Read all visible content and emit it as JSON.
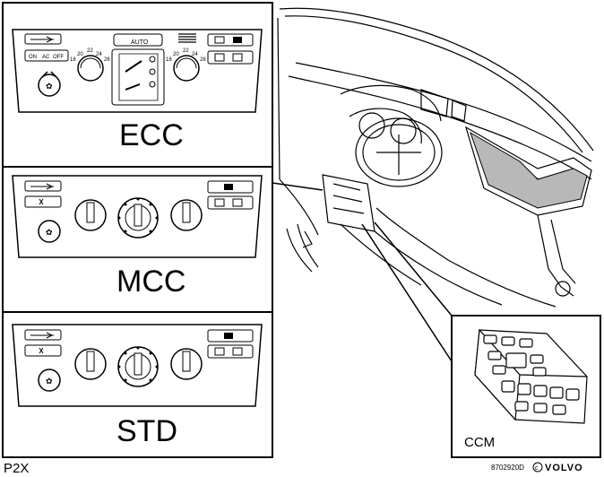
{
  "labels": {
    "ecc": "ECC",
    "mcc": "MCC",
    "std": "STD",
    "ccm": "CCM",
    "model": "P2X",
    "ref_code": "8702920D",
    "brand": "VOLVO"
  },
  "ecc_panel": {
    "auto_label": "AUTO",
    "on_label": "ON",
    "ac_label": "AC",
    "off_label": "OFF",
    "temp_left_scale": [
      "18",
      "20",
      "22",
      "24",
      "26"
    ],
    "temp_right_scale": [
      "18",
      "20",
      "22",
      "24",
      "26"
    ]
  },
  "colors": {
    "ink": "#000000",
    "panel_fill": "#ffffff",
    "shade": "#b8b8b8"
  }
}
